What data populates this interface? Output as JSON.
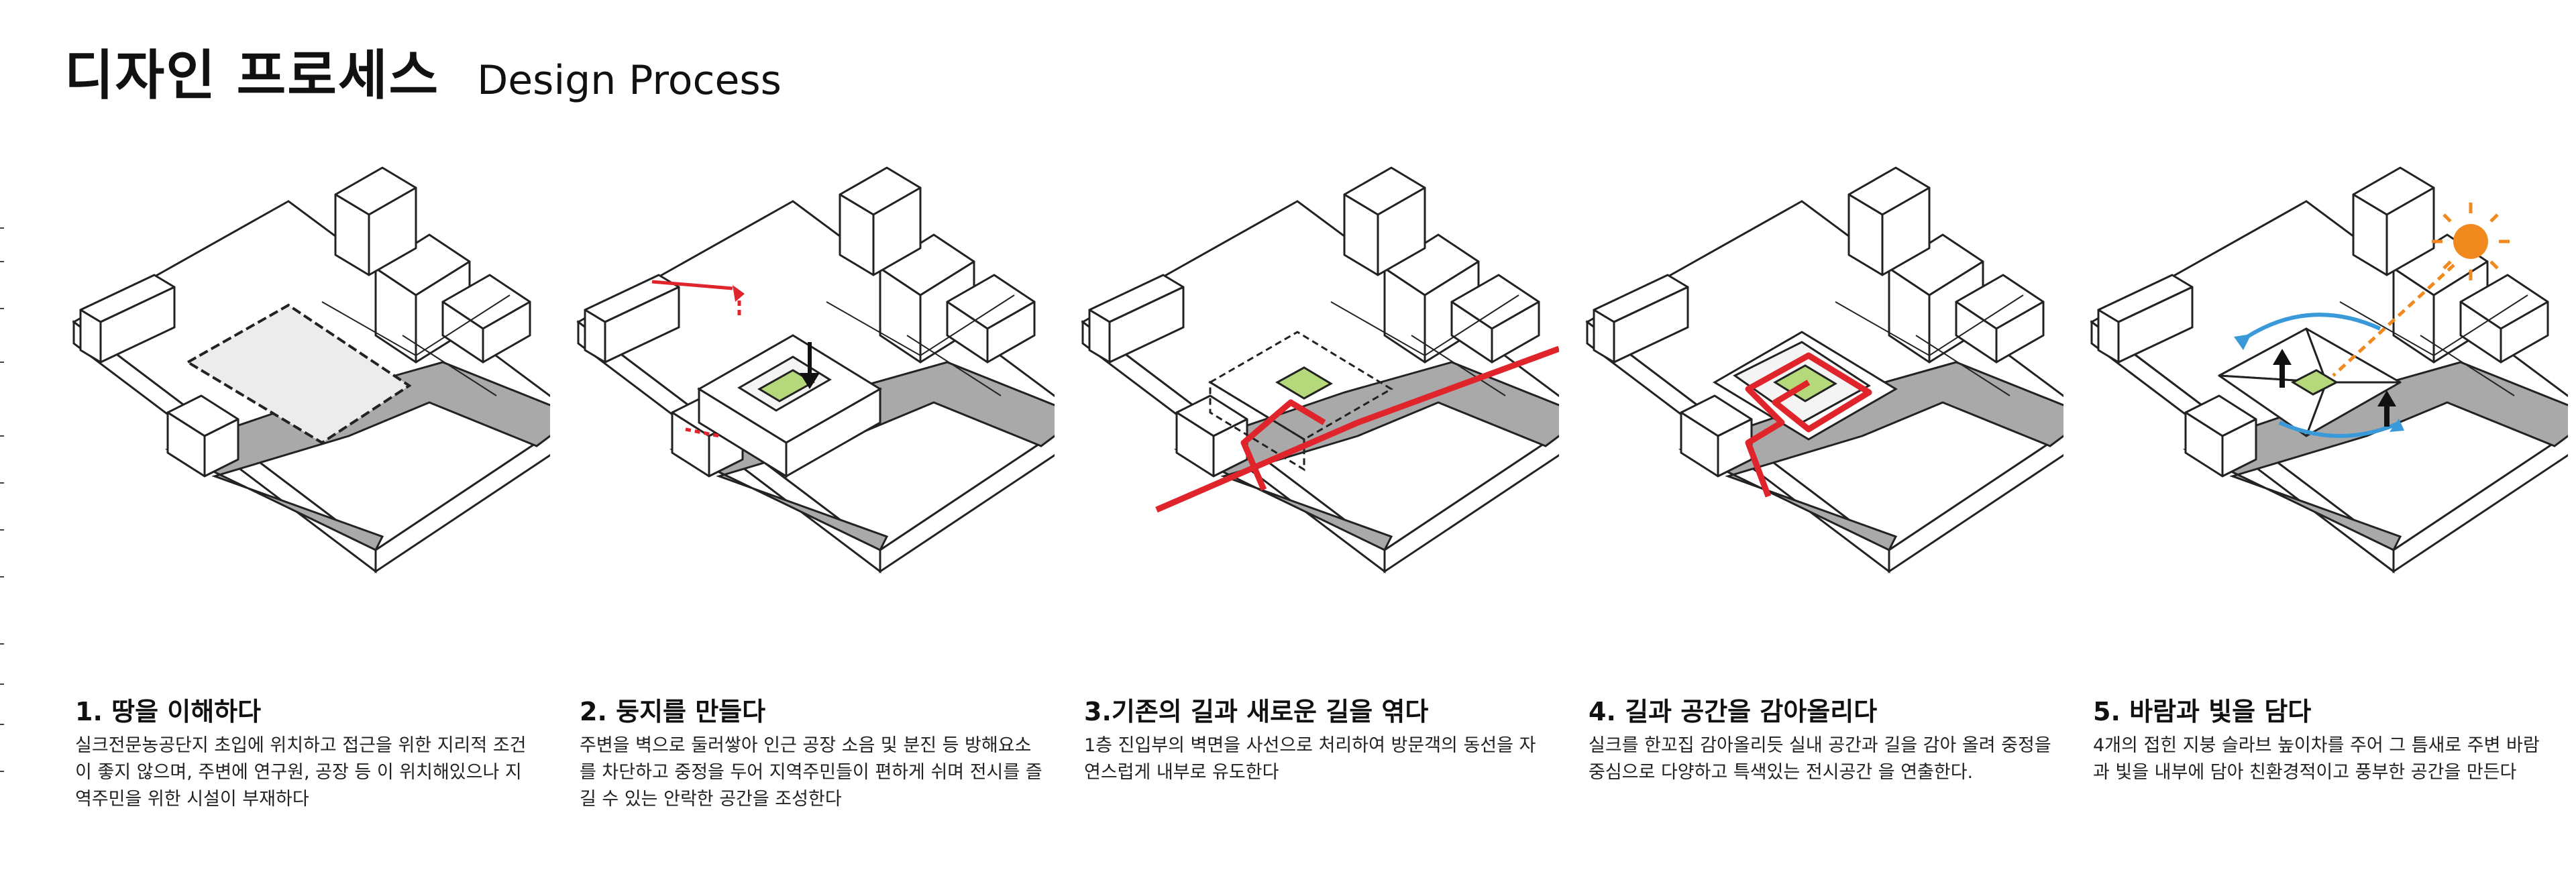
{
  "header": {
    "title_ko": "디자인 프로세스",
    "title_en": "Design Process"
  },
  "steps": [
    {
      "title": "1. 땅을 이해하다",
      "description": "실크전문농공단지 초입에 위치하고 접근을 위한 지리적 조건이 좋지 않으며, 주변에 연구원, 공장 등 이 위치해있으나 지역주민을 위한 시설이 부재하다"
    },
    {
      "title": "2. 둥지를 만들다",
      "description": "주변을 벽으로 둘러쌓아 인근 공장 소음 및 분진 등 방해요소를 차단하고 중정을 두어 지역주민들이 편하게 쉬며 전시를 즐길 수 있는 안락한 공간을 조성한다"
    },
    {
      "title": "3.기존의 길과 새로운 길을 엮다",
      "description": "1층 진입부의 벽면을 사선으로 처리하여 방문객의 동선을 자연스럽게 내부로 유도한다"
    },
    {
      "title": "4. 길과 공간을 감아올리다",
      "description": "실크를 한꼬집 감아올리듯 실내 공간과 길을 감아 올려 중정을 중심으로 다양하고 특색있는 전시공간 을 연출한다."
    },
    {
      "title": "5. 바람과 빛을 담다",
      "description": "4개의 접힌 지붕 슬라브 높이차를 주어 그 틈새로 주변 바람과 빛을 내부에 담아 친환경적이고 풍부한 공간을 만든다"
    }
  ],
  "colors": {
    "path_red": "#e0242b",
    "courtyard_green": "#b5d97a",
    "road_gray": "#a9a9a9",
    "sun_orange": "#f08a1e",
    "wind_blue": "#3a9ad9",
    "line": "#222222"
  }
}
